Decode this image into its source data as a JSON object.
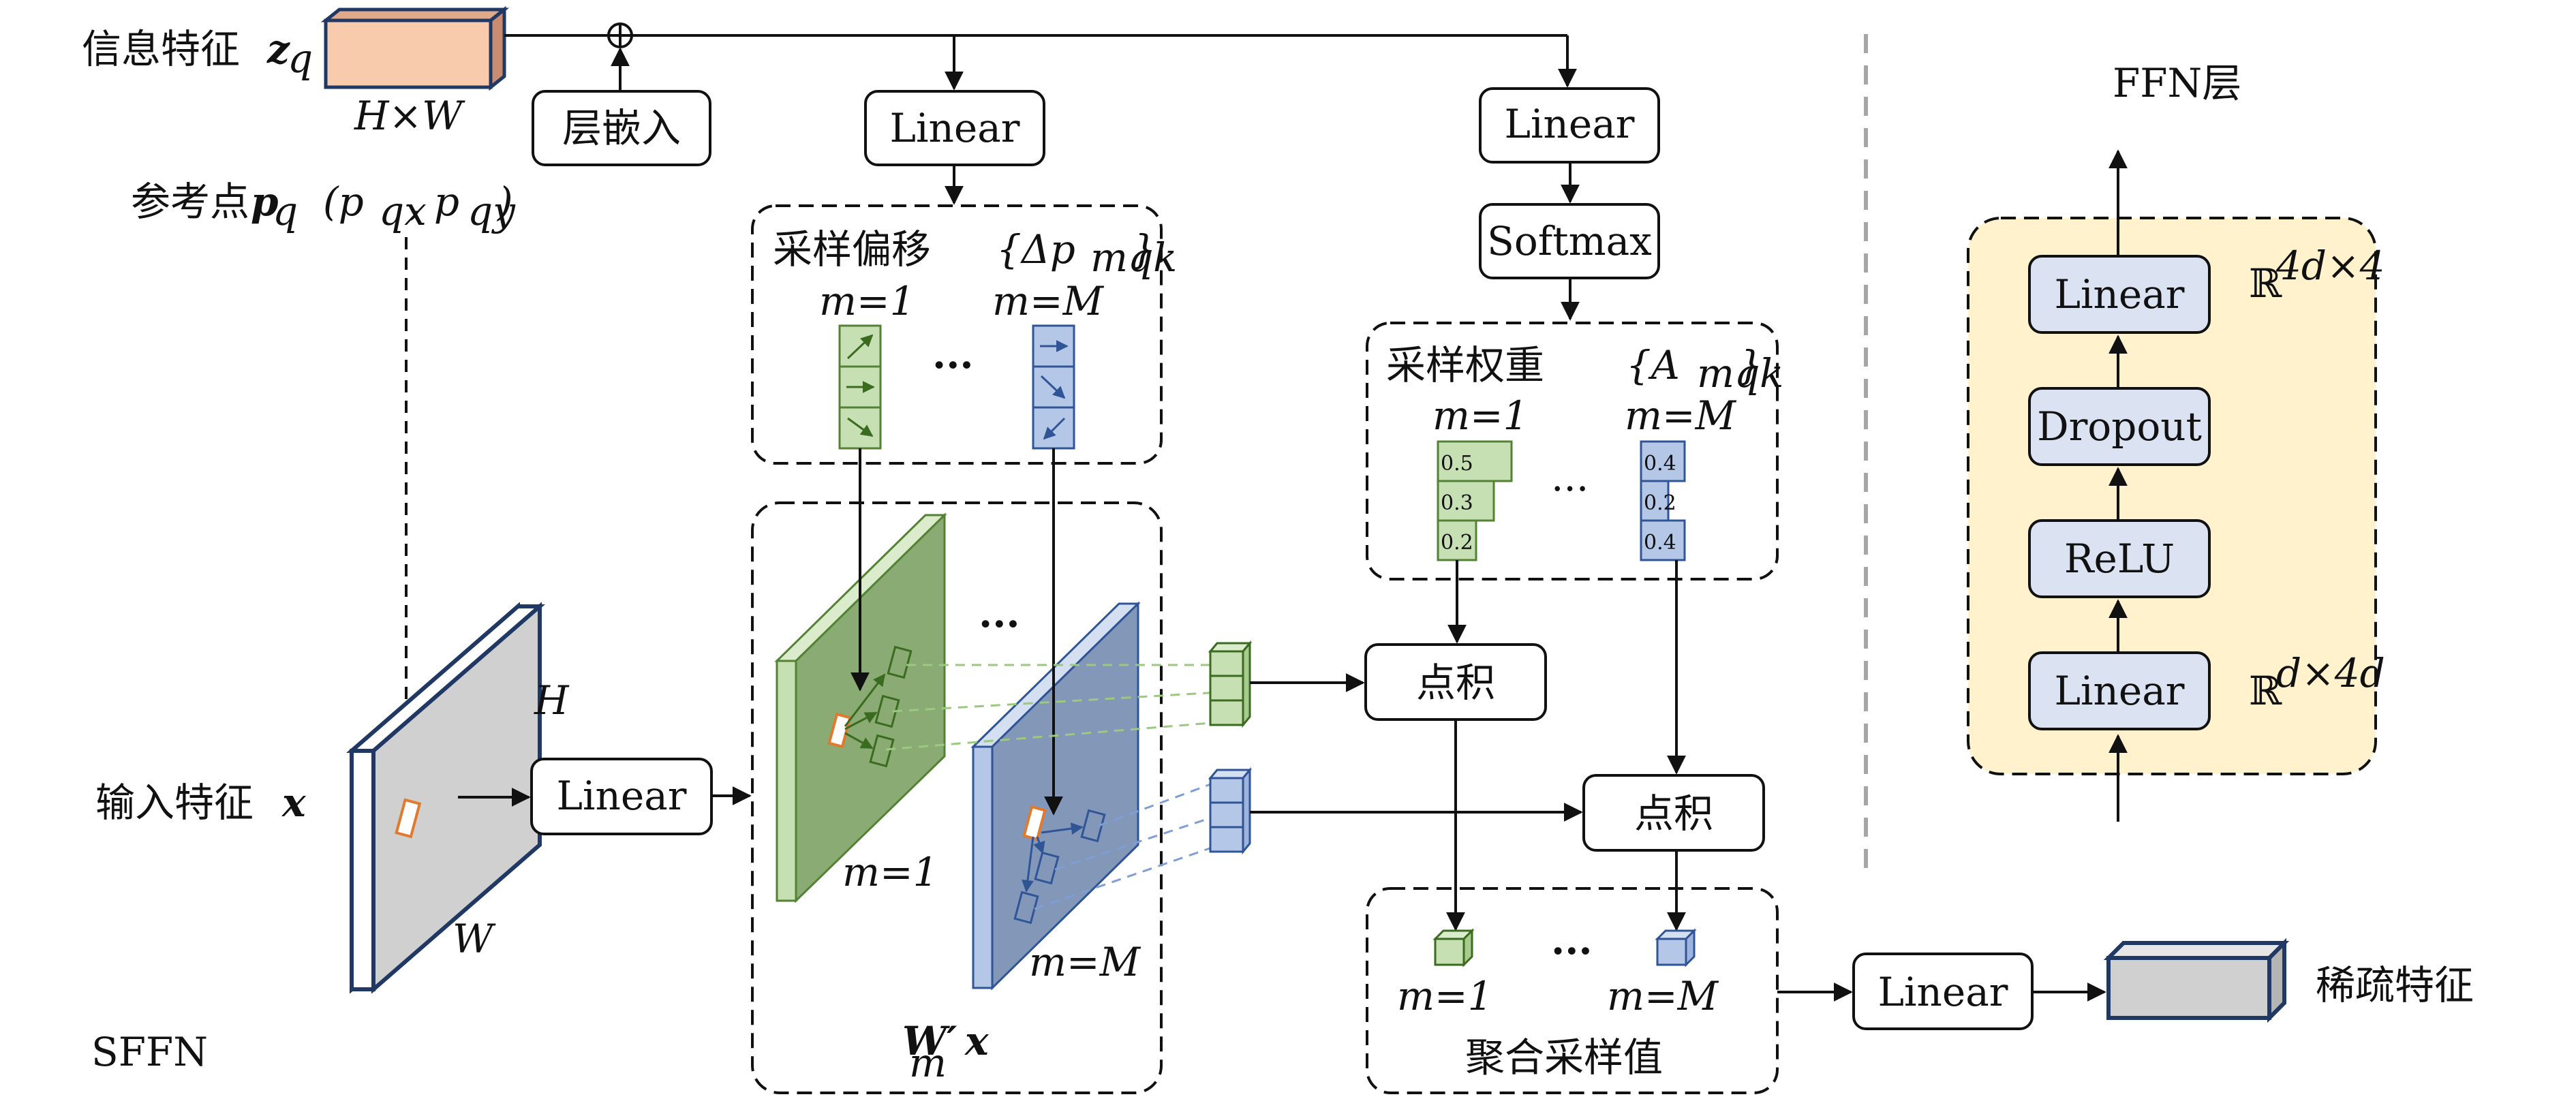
{
  "inputs": {
    "info_feature": "信息特征",
    "info_symbol": "z",
    "info_sub": "q",
    "hw": "H×W",
    "ref_point": "参考点",
    "ref_symbol": "p",
    "ref_sub": "q",
    "ref_coords": "(p",
    "ref_coords_x": "qx",
    "ref_coords_mid": ", p",
    "ref_coords_y": "qy",
    "ref_close": ")",
    "input_feature": "输入特征",
    "input_symbol": "x",
    "dim_h": "H",
    "dim_w": "W"
  },
  "boxes": {
    "layer_embed": "层嵌入",
    "linear_top_left": "Linear",
    "linear_top_right": "Linear",
    "softmax": "Softmax",
    "linear_input": "Linear",
    "dot1": "点积",
    "dot2": "点积",
    "linear_output": "Linear"
  },
  "offsets": {
    "title": "采样偏移",
    "symbol": "{Δp",
    "symbol_sub": "mqk",
    "symbol_close": "}",
    "m1": "m=1",
    "mM": "m=M",
    "ellipsis": "..."
  },
  "weights": {
    "title": "采样权重",
    "symbol": "{A",
    "symbol_sub": "mqk",
    "symbol_close": "}",
    "m1": "m=1",
    "mM": "m=M",
    "ellipsis": "...",
    "m1_values": [
      "0.5",
      "0.3",
      "0.2"
    ],
    "mM_values": [
      "0.4",
      "0.2",
      "0.4"
    ]
  },
  "projection": {
    "m1": "m=1",
    "mM": "m=M",
    "ellipsis": "...",
    "formula": "W′",
    "formula_sub": "m",
    "formula_x": "x"
  },
  "aggregate": {
    "title": "聚合采样值",
    "m1": "m=1",
    "mM": "m=M",
    "ellipsis": "..."
  },
  "output": {
    "label": "稀疏特征"
  },
  "ffn": {
    "title": "FFN层",
    "layers": [
      "Linear",
      "Dropout",
      "ReLU",
      "Linear"
    ],
    "top_dim": "ℝ",
    "top_dim_sup": "4d×4",
    "bottom_dim": "ℝ",
    "bottom_dim_sup": "d×4d"
  },
  "footer": {
    "name": "SFFN"
  },
  "colors": {
    "green": "#c6e0b4",
    "green_dark": "#548235",
    "blue": "#b4c7e7",
    "blue_dark": "#2f5597",
    "orange": "#f8cbad",
    "ffn_bg": "#fff2cc",
    "gray": "#d0d0d0",
    "navy": "#1f3864"
  }
}
